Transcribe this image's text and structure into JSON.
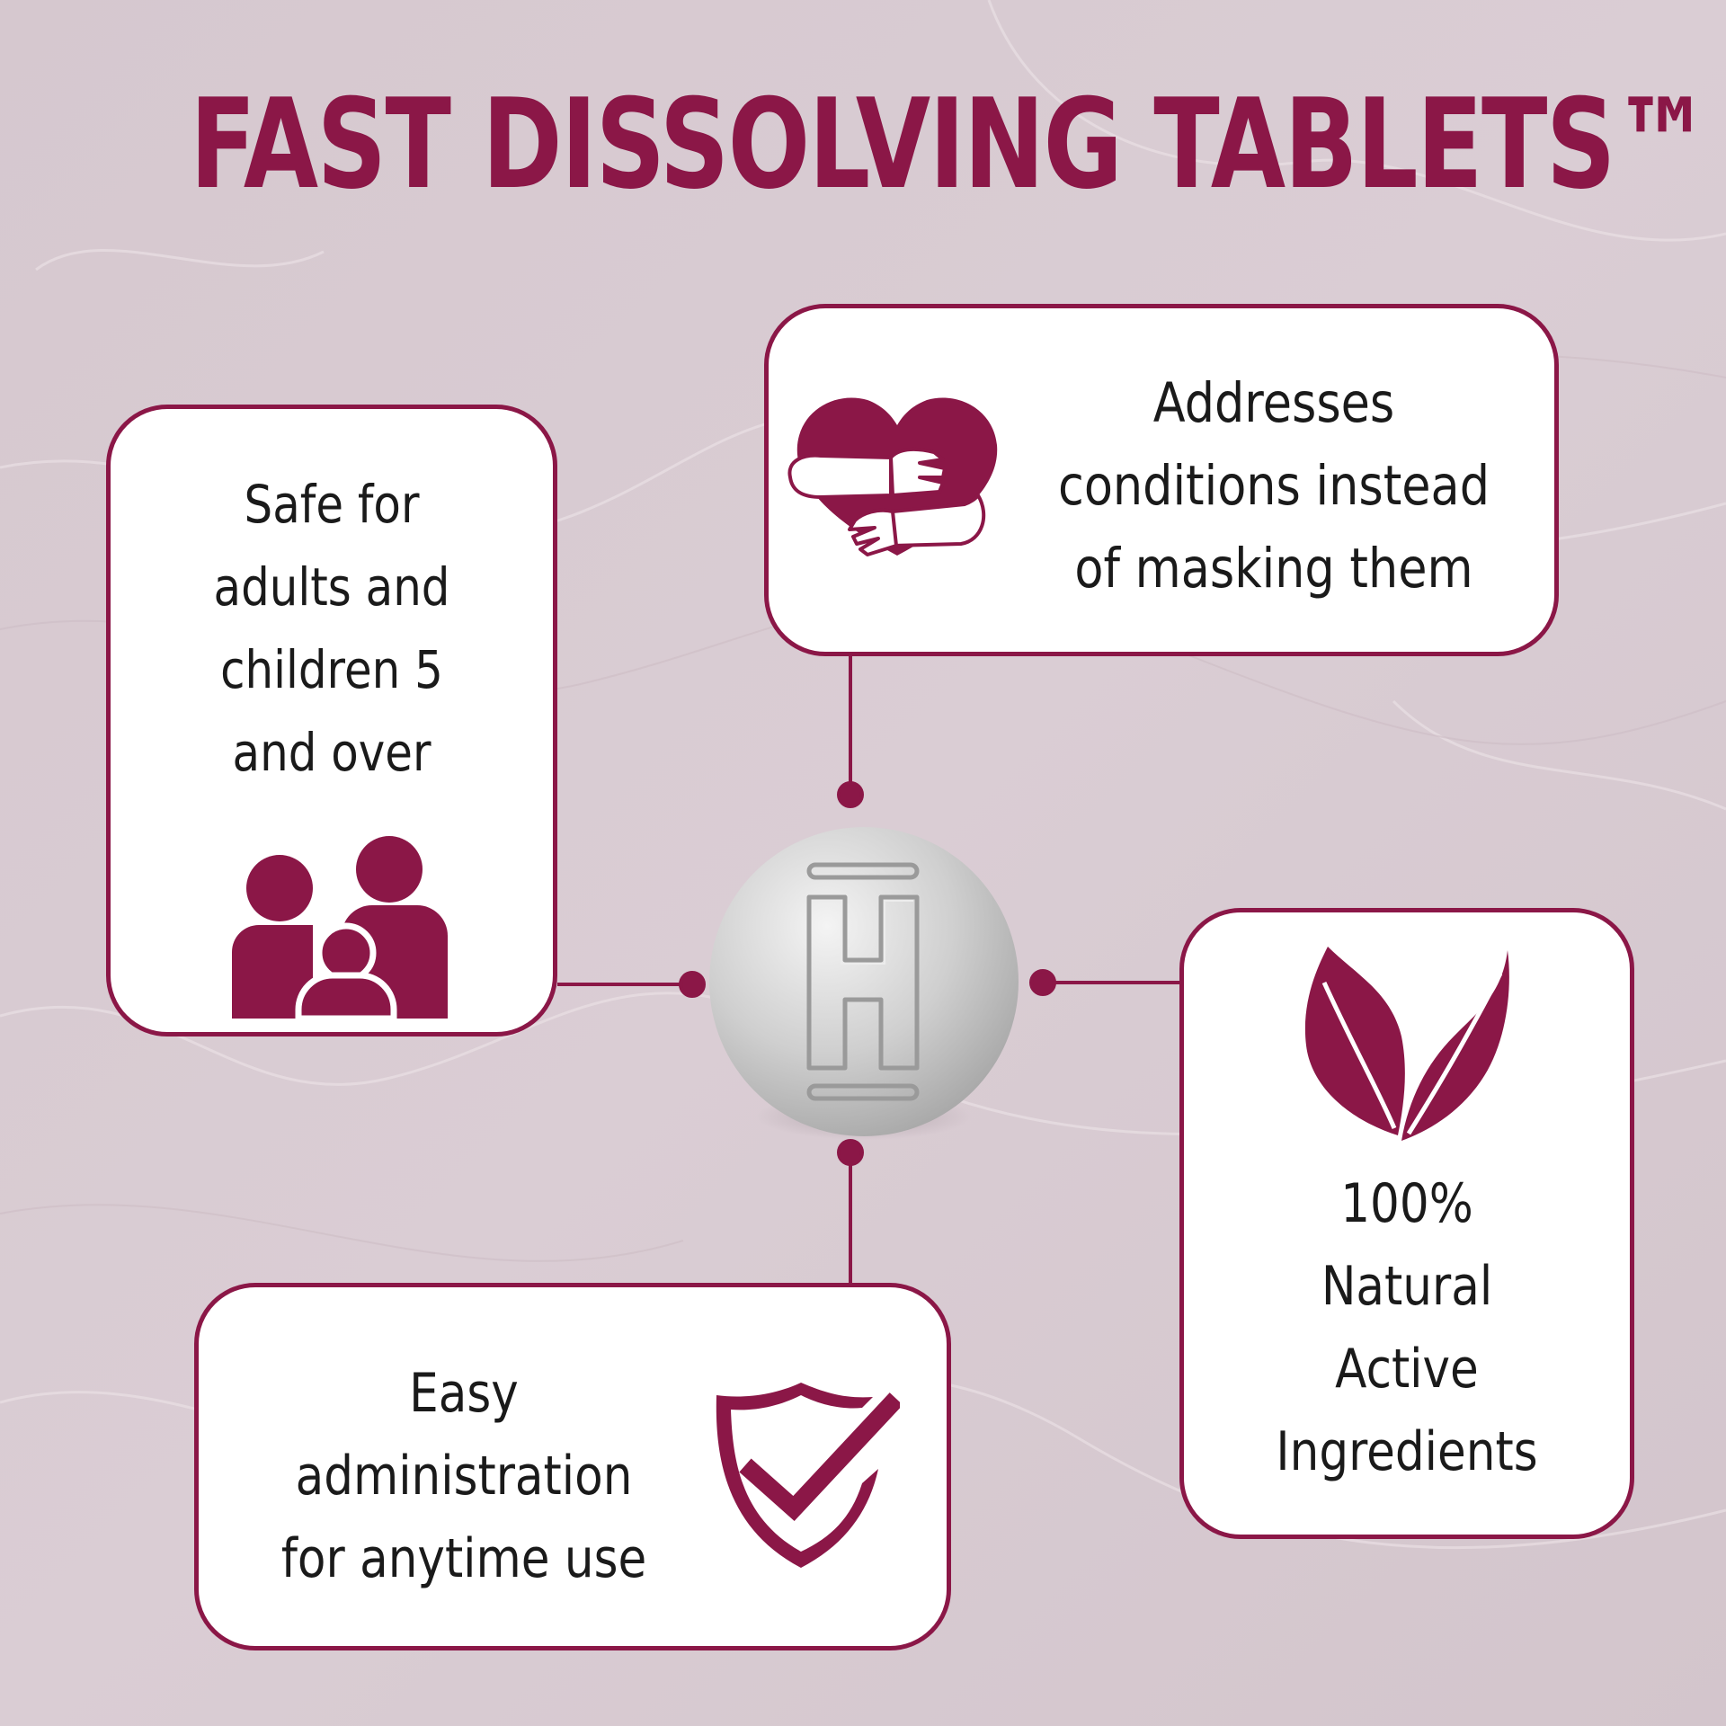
{
  "title": "FAST DISSOLVING TABLETS™",
  "colors": {
    "brand": "#8b1747",
    "background": "#d8cbd2",
    "card": "#ffffff",
    "text": "#1a1a1a"
  },
  "features": {
    "safe": {
      "lines": [
        "Safe for",
        "adults and",
        "children 5",
        "and over"
      ],
      "icon": "family-icon"
    },
    "addresses": {
      "lines": [
        "Addresses",
        "conditions instead",
        "of masking them"
      ],
      "icon": "heart-hug-icon"
    },
    "natural": {
      "lines": [
        "100%",
        "Natural",
        "Active",
        "Ingredients"
      ],
      "icon": "leaves-icon"
    },
    "easy": {
      "lines": [
        "Easy",
        "administration",
        "for anytime use"
      ],
      "icon": "shield-check-icon"
    }
  },
  "center": {
    "icon": "tablet-pill-icon",
    "emboss_letter": "H"
  }
}
